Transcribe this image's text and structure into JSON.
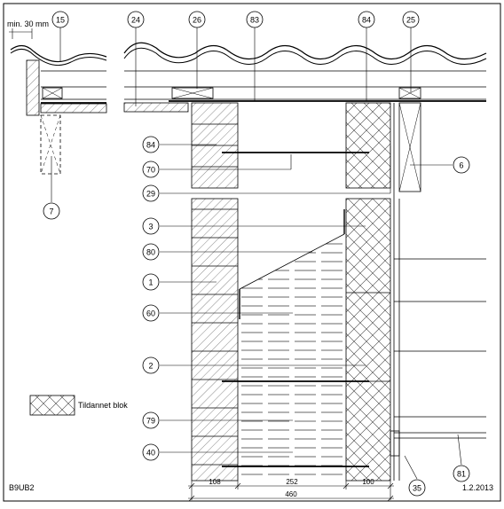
{
  "drawing": {
    "code": "B9UB2",
    "date": "1.2.2013",
    "min_note": "min. 30 mm",
    "legend_label": "Tildannet blok"
  },
  "callouts": {
    "c15": "15",
    "c24": "24",
    "c26": "26",
    "c83": "83",
    "c84_top": "84",
    "c25": "25",
    "c84_left": "84",
    "c70": "70",
    "c29": "29",
    "c6": "6",
    "c7": "7",
    "c3": "3",
    "c80": "80",
    "c1": "1",
    "c60": "60",
    "c2": "2",
    "c79": "79",
    "c40": "40",
    "c35": "35",
    "c81": "81"
  },
  "dimensions": {
    "d_outer": "108",
    "d_cavity": "252",
    "d_inner": "100",
    "d_total": "460"
  }
}
